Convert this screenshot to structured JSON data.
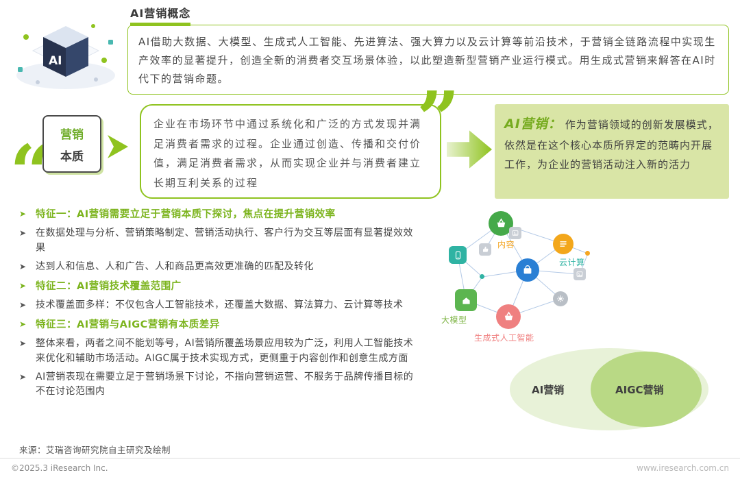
{
  "header": {
    "title": "AI营销概念",
    "description": "AI借助大数据、大模型、生成式人工智能、先进算法、强大算力以及云计算等前沿技术，于营销全链路流程中实现生产效率的显著提升，创造全新的消费者交互场景体验，以此塑造新型营销产业运行模式。用生成式营销来解答在AI时代下的营销命题。",
    "illustration_text": "AI"
  },
  "glyphs": {
    "bullet": "➤",
    "quote_open": "“",
    "quote_close": "”"
  },
  "essence": {
    "box_line1": "营销",
    "box_line2": "本质",
    "quote": "企业在市场环节中通过系统化和广泛的方式发现并满足消费者需求的过程。企业通过创造、传播和交付价值，满足消费者需求，从而实现企业并与消费者建立长期互利关系的过程",
    "ai_title": "AI营销：",
    "ai_text": "作为营销领域的创新发展模式，依然是在这个核心本质所界定的范畴内开展工作，为企业的营销活动注入新的活力"
  },
  "features": [
    {
      "type": "header",
      "text": "特征一：AI营销需要立足于营销本质下探讨，焦点在提升营销效率"
    },
    {
      "type": "item",
      "text": "在数据处理与分析、营销策略制定、营销活动执行、客户行为交互等层面有显著提效效果"
    },
    {
      "type": "item",
      "text": "达到人和信息、人和广告、人和商品更高效更准确的匹配及转化"
    },
    {
      "type": "header",
      "text": "特征二：AI营销技术覆盖范围广"
    },
    {
      "type": "item",
      "text": "技术覆盖面多样：不仅包含人工智能技术，还覆盖大数据、算法算力、云计算等技术"
    },
    {
      "type": "header",
      "text": "特征三：AI营销与AIGC营销有本质差异"
    },
    {
      "type": "item",
      "text": "整体来看，两者之间不能划等号，AI营销所覆盖场景应用较为广泛，利用人工智能技术来优化和辅助市场活动。AIGC属于技术实现方式，更侧重于内容创作和创意生成方面"
    },
    {
      "type": "item",
      "text": "AI营销表现在需要立足于营销场景下讨论，不指向营销运营、不服务于品牌传播目标的不在讨论范围内"
    }
  ],
  "network": {
    "labels": [
      {
        "text": "内容",
        "color": "#f5a623"
      },
      {
        "text": "云计算",
        "color": "#2fb3a3"
      },
      {
        "text": "大模型",
        "color": "#7cb342"
      },
      {
        "text": "生成式人工智能",
        "color": "#f07f7f"
      }
    ],
    "nodes": [
      {
        "name": "shopping-basket",
        "color": "#45a949"
      },
      {
        "name": "mobile-phone",
        "color": "#2fb3a3"
      },
      {
        "name": "thumbs-up",
        "color": "#c9ced5"
      },
      {
        "name": "image",
        "color": "#c9ced5"
      },
      {
        "name": "content-list",
        "color": "#f3a71b"
      },
      {
        "name": "shopping-bag",
        "color": "#2a7fd4"
      },
      {
        "name": "image-2",
        "color": "#c9ced5"
      },
      {
        "name": "gear",
        "color": "#b9bfc6"
      },
      {
        "name": "house",
        "color": "#5cb550"
      },
      {
        "name": "gift-basket",
        "color": "#ef8080"
      }
    ]
  },
  "venn": {
    "outer_label": "AI营销",
    "inner_label": "AIGC营销",
    "outer_color": "#e8f2d8",
    "inner_color": "#b9d985"
  },
  "source": "来源：艾瑞咨询研究院自主研究及绘制",
  "footer": {
    "copyright": "©2025.3 iResearch Inc.",
    "website": "www.iresearch.com.cn"
  },
  "colors": {
    "accent": "#8fc31f",
    "header_green": "#7cb41e",
    "ai_box_bg": "#d9e5a6"
  }
}
